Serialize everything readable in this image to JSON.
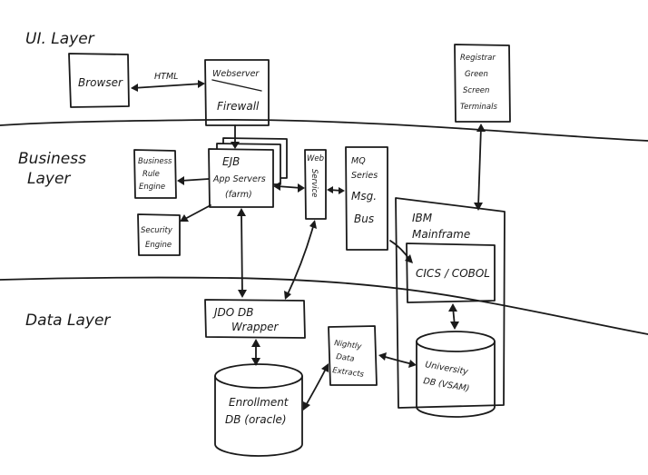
{
  "layers": {
    "ui": "UI. Layer",
    "business": [
      "Business",
      "Layer"
    ],
    "data": "Data Layer"
  },
  "nodes": {
    "browser": "Browser",
    "webserver": [
      "Webserver",
      "Firewall"
    ],
    "registrar": [
      "Registrar",
      "Green",
      "Screen",
      "Terminals"
    ],
    "business_rule_engine": [
      "Business",
      "Rule",
      "Engine"
    ],
    "ejb_app_servers": [
      "EJB",
      "App Servers",
      "(farm)"
    ],
    "web_service": [
      "Web",
      "Service"
    ],
    "mq_series": [
      "MQ",
      "Series",
      "Msg.",
      "Bus"
    ],
    "security_engine": [
      "Security",
      "Engine"
    ],
    "ibm_mainframe": [
      "IBM",
      "Mainframe"
    ],
    "cics_cobol": "CICS / COBOL",
    "jdo_db_wrapper": [
      "JDO DB",
      "Wrapper"
    ],
    "nightly_data_extracts": [
      "Nightly",
      "Data",
      "Extracts"
    ],
    "university_db": [
      "University",
      "DB (VSAM)"
    ],
    "enrollment_db": [
      "Enrollment",
      "DB (oracle)"
    ]
  },
  "connectors": {
    "browser_to_webserver": "HTML"
  }
}
